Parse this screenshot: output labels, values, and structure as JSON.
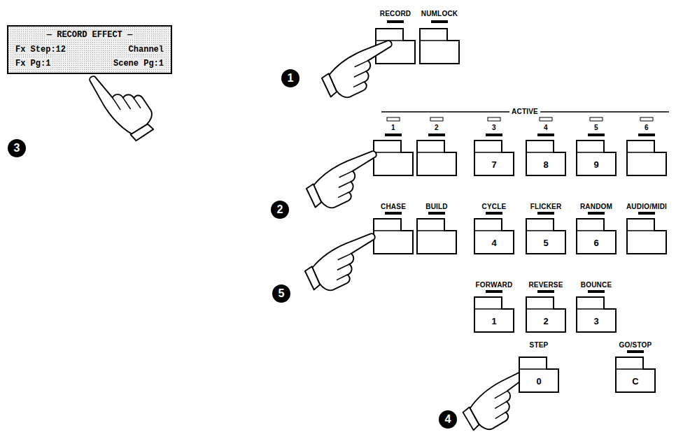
{
  "diagram": {
    "nodes": [
      {
        "text": [
          "— RECORD EFFECT —",
          "Fx Step:12",
          "Channel",
          "Fx Pg:1",
          "Scene Pg:1"
        ]
      },
      {
        "text": [
          "7"
        ]
      },
      {
        "text": [
          "8"
        ]
      },
      {
        "text": [
          "9"
        ]
      },
      {
        "text": [
          "4"
        ]
      },
      {
        "text": [
          "5"
        ]
      },
      {
        "text": [
          "6"
        ]
      },
      {
        "text": [
          "1"
        ]
      },
      {
        "text": [
          "2"
        ]
      },
      {
        "text": [
          "3"
        ]
      },
      {
        "text": [
          "0"
        ]
      },
      {
        "text": [
          "C"
        ]
      }
    ],
    "labels": [
      "RECORD",
      "NUMLOCK",
      "ACTIVE",
      "1",
      "2",
      "3",
      "4",
      "5",
      "6",
      "CHASE",
      "BUILD",
      "CYCLE",
      "FLICKER",
      "RANDOM",
      "AUDIO/MIDI",
      "FORWARD",
      "REVERSE",
      "BOUNCE",
      "STEP",
      "GO/STOP",
      "1",
      "2",
      "3",
      "4",
      "5"
    ]
  }
}
